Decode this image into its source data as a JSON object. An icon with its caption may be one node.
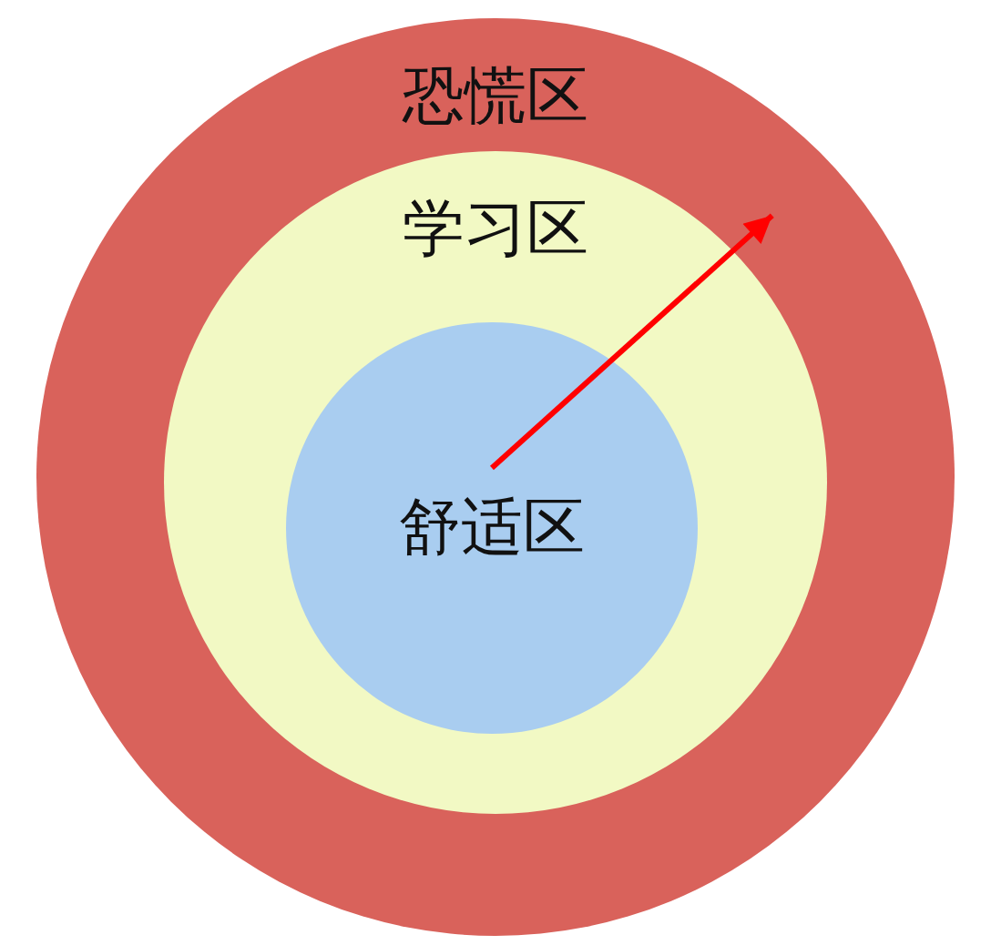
{
  "diagram": {
    "nodes": [
      {
        "text": [
          "恐慌区"
        ]
      },
      {
        "text": [
          "学习区"
        ],
        "in": 0
      },
      {
        "text": [
          "舒适区"
        ],
        "in": 1
      }
    ],
    "edges": [
      {
        "from": 2,
        "to": 1,
        "arrow": "to",
        "color": "#ff0000"
      }
    ]
  }
}
